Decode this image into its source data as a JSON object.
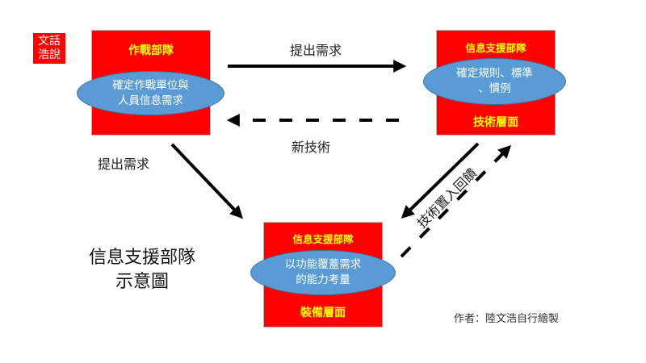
{
  "logo": {
    "line1": "文話",
    "line2": "浩說"
  },
  "boxes": {
    "combat": {
      "title": "作戰部隊",
      "ellipse_line1": "確定作戰單位與",
      "ellipse_line2": "人員信息需求"
    },
    "tech": {
      "title": "信息支援部隊",
      "ellipse_line1": "確定規則、標準",
      "ellipse_line2": "、慣例",
      "footer": "技術層面"
    },
    "equip": {
      "title": "信息支援部隊",
      "ellipse_line1": "以功能覆蓋需求",
      "ellipse_line2": "的能力考量",
      "footer": "裝備層面"
    }
  },
  "arrows": {
    "top_forward": "提出需求",
    "top_back": "新技術",
    "left_down": "提出需求",
    "right_feedback": "技術置入回饋"
  },
  "diagram_title": {
    "line1": "信息支援部隊",
    "line2": "示意圖"
  },
  "credit": "作者：陸文浩自行繪製",
  "colors": {
    "box": "#ff0000",
    "box_title": "#ffff00",
    "ellipse": "#5b9bd5",
    "arrow": "#000000"
  }
}
